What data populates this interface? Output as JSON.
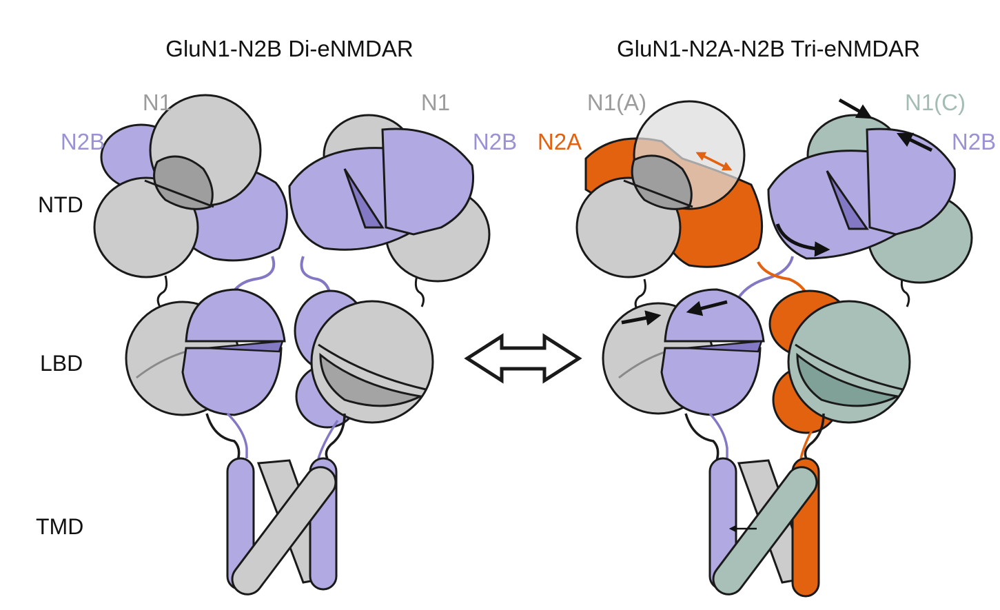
{
  "colors": {
    "n1": "#cccccc",
    "n1_dark": "#9e9e9e",
    "n2b": "#b1a9e1",
    "n2b_dark": "#8378c4",
    "n2a": "#e3620f",
    "n1c": "#a8c0b8",
    "n1c_dark": "#7fa197",
    "outline": "#1a1a1a",
    "label_n1": "#9c9c9c",
    "label_n2b": "#9b92d6",
    "label_n2a": "#e3620f",
    "label_n1c": "#a3bdb4"
  },
  "left_panel": {
    "title": "GluN1-N2B Di-eNMDAR",
    "labels": {
      "n1_left": "N1",
      "n1_right": "N1",
      "n2b_left": "N2B",
      "n2b_right": "N2B"
    }
  },
  "right_panel": {
    "title": "GluN1-N2A-N2B Tri-eNMDAR",
    "labels": {
      "n1a": "N1(A)",
      "n1c": "N1(C)",
      "n2a": "N2A",
      "n2b": "N2B"
    }
  },
  "regions": {
    "ntd": "NTD",
    "lbd": "LBD",
    "tmd": "TMD"
  },
  "icons": {
    "equilibrium": "double-headed-hollow-arrow-icon",
    "movement": "black-arrow-icon",
    "distance": "orange-double-arrow-icon"
  }
}
